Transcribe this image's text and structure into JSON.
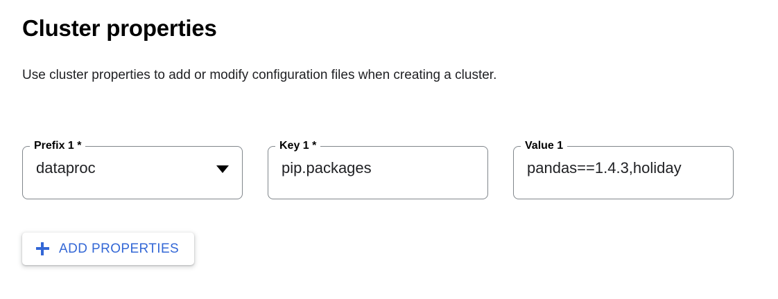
{
  "section": {
    "title": "Cluster properties",
    "description": "Use cluster properties to add or modify configuration files when creating a cluster."
  },
  "fields": [
    {
      "name": "prefix",
      "label": "Prefix 1 *",
      "value": "dataproc",
      "type": "select",
      "icon": "chevron-down-icon",
      "required": true,
      "truncated": false
    },
    {
      "name": "key",
      "label": "Key 1 *",
      "value": "pip.packages",
      "type": "text",
      "required": true,
      "truncated": false
    },
    {
      "name": "value",
      "label": "Value 1",
      "value": "pandas==1.4.3,holiday",
      "type": "text",
      "required": false,
      "truncated": true
    }
  ],
  "add_button": {
    "label": "ADD PROPERTIES",
    "icon": "plus-icon"
  },
  "colors": {
    "accent_blue": "#3367d6",
    "text_primary": "#202124",
    "field_border": "#80868b",
    "background": "#ffffff"
  }
}
